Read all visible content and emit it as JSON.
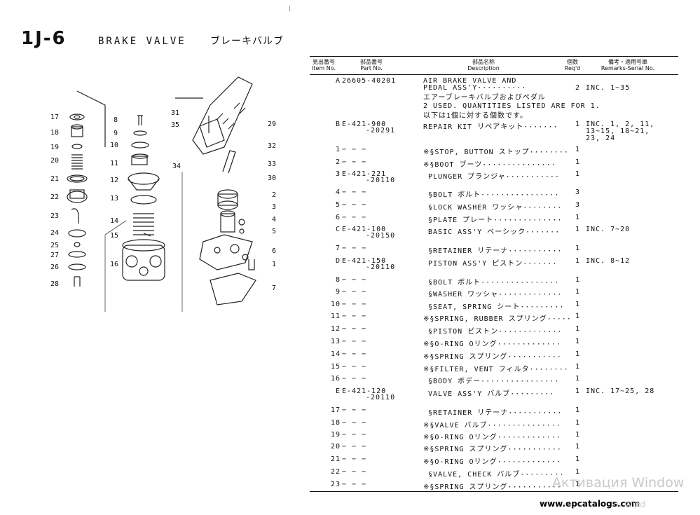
{
  "header": {
    "code": "1J-6",
    "title_en": "BRAKE VALVE",
    "title_jp": "ブレーキバルブ"
  },
  "table_header": {
    "no_jp": "見出番号",
    "no_en": "Item No.",
    "part_jp": "部品番号",
    "part_en": "Part No.",
    "desc_jp": "部品名称",
    "desc_en": "Description",
    "qty_jp": "個数",
    "qty_en": "Req'd",
    "rem_jp": "備考・適用号車",
    "rem_en": "Remarks-Serial No."
  },
  "rows": [
    {
      "no": "A",
      "part": "26605-40201",
      "part2": "",
      "desc": "AIR BRAKE VALVE AND",
      "qty": "",
      "rem": ""
    },
    {
      "no": "",
      "part": "",
      "part2": "",
      "desc": "PEDAL ASS'Y··········",
      "qty": "2",
      "rem": "INC. 1~35"
    },
    {
      "no": "",
      "part": "",
      "part2": "",
      "desc": "エアーブレーキバルブおよびペダル",
      "qty": "",
      "rem": ""
    },
    {
      "no": "",
      "part": "",
      "part2": "",
      "desc": "2 USED. QUANTITIES LISTED ARE FOR 1.",
      "qty": "",
      "rem": ""
    },
    {
      "no": "",
      "part": "",
      "part2": "",
      "desc": "以下は1個に対する個数です。",
      "qty": "",
      "rem": ""
    },
    {
      "no": "B",
      "part": "E-421-900",
      "part2": "-20291",
      "desc": "REPAIR KIT リペアキット·······",
      "qty": "1",
      "rem": "INC. 1, 2, 11,"
    },
    {
      "no": "",
      "part": "",
      "part2": "",
      "desc": "",
      "qty": "",
      "rem": "13~15, 18~21,"
    },
    {
      "no": "",
      "part": "",
      "part2": "",
      "desc": "",
      "qty": "",
      "rem": "23, 24"
    },
    {
      "no": "1",
      "part": "− − −",
      "part2": "",
      "desc": "※§STOP, BUTTON ストップ········",
      "qty": "1",
      "rem": ""
    },
    {
      "no": "2",
      "part": "− − −",
      "part2": "",
      "desc": "※§BOOT ブーツ···············",
      "qty": "1",
      "rem": ""
    },
    {
      "no": "3",
      "part": "E-421-221",
      "part2": "-20110",
      "desc": " PLUNGER プランジャ···········",
      "qty": "1",
      "rem": ""
    },
    {
      "no": "4",
      "part": "− − −",
      "part2": "",
      "desc": " §BOLT ボルト················",
      "qty": "3",
      "rem": ""
    },
    {
      "no": "5",
      "part": "− − −",
      "part2": "",
      "desc": " §LOCK WASHER ワッシャ········",
      "qty": "3",
      "rem": ""
    },
    {
      "no": "6",
      "part": "− − −",
      "part2": "",
      "desc": " §PLATE プレート··············",
      "qty": "1",
      "rem": ""
    },
    {
      "no": "C",
      "part": "E-421-100",
      "part2": "-20150",
      "desc": " BASIC ASS'Y ベーシック·······",
      "qty": "1",
      "rem": "INC. 7~28"
    },
    {
      "no": "7",
      "part": "− − −",
      "part2": "",
      "desc": " §RETAINER リテーナ···········",
      "qty": "1",
      "rem": ""
    },
    {
      "no": "D",
      "part": "E-421-150",
      "part2": "-20110",
      "desc": " PISTON ASS'Y ピストン·······",
      "qty": "1",
      "rem": "INC. 8~12"
    },
    {
      "no": "8",
      "part": "− − −",
      "part2": "",
      "desc": " §BOLT ボルト················",
      "qty": "1",
      "rem": ""
    },
    {
      "no": "9",
      "part": "− − −",
      "part2": "",
      "desc": " §WASHER ワッシャ·············",
      "qty": "1",
      "rem": ""
    },
    {
      "no": "10",
      "part": "− − −",
      "part2": "",
      "desc": " §SEAT, SPRING シート·········",
      "qty": "1",
      "rem": ""
    },
    {
      "no": "11",
      "part": "− − −",
      "part2": "",
      "desc": "※§SPRING, RUBBER スプリング·····",
      "qty": "1",
      "rem": ""
    },
    {
      "no": "12",
      "part": "− − −",
      "part2": "",
      "desc": " §PISTON ピストン·············",
      "qty": "1",
      "rem": ""
    },
    {
      "no": "13",
      "part": "− − −",
      "part2": "",
      "desc": "※§O-RING Oリング·············",
      "qty": "1",
      "rem": ""
    },
    {
      "no": "14",
      "part": "− − −",
      "part2": "",
      "desc": "※§SPRING スプリング···········",
      "qty": "1",
      "rem": ""
    },
    {
      "no": "15",
      "part": "− − −",
      "part2": "",
      "desc": "※§FILTER, VENT フィルタ········",
      "qty": "1",
      "rem": ""
    },
    {
      "no": "16",
      "part": "− − −",
      "part2": "",
      "desc": " §BODY ボデー················",
      "qty": "1",
      "rem": ""
    },
    {
      "no": "E",
      "part": "E-421-120",
      "part2": "-20110",
      "desc": " VALVE ASS'Y バルブ·········",
      "qty": "1",
      "rem": "INC. 17~25, 28"
    },
    {
      "no": "17",
      "part": "− − −",
      "part2": "",
      "desc": " §RETAINER リテーナ···········",
      "qty": "1",
      "rem": ""
    },
    {
      "no": "18",
      "part": "− − −",
      "part2": "",
      "desc": "※§VALVE バルブ···············",
      "qty": "1",
      "rem": ""
    },
    {
      "no": "19",
      "part": "− − −",
      "part2": "",
      "desc": "※§O-RING Oリング·············",
      "qty": "1",
      "rem": ""
    },
    {
      "no": "20",
      "part": "− − −",
      "part2": "",
      "desc": "※§SPRING スプリング···········",
      "qty": "1",
      "rem": ""
    },
    {
      "no": "21",
      "part": "− − −",
      "part2": "",
      "desc": "※§O-RING Oリング·············",
      "qty": "1",
      "rem": ""
    },
    {
      "no": "22",
      "part": "− − −",
      "part2": "",
      "desc": " §VALVE, CHECK バルブ·········",
      "qty": "1",
      "rem": ""
    },
    {
      "no": "23",
      "part": "− − −",
      "part2": "",
      "desc": "※§SPRING スプリング···········",
      "qty": "1",
      "rem": ""
    }
  ],
  "callouts_left": [
    "17",
    "18",
    "19",
    "20",
    "21",
    "22",
    "23",
    "24",
    "25",
    "27",
    "26",
    "28"
  ],
  "callouts_mid": [
    "8",
    "9",
    "10",
    "11",
    "12",
    "13",
    "14",
    "15",
    "16"
  ],
  "callouts_right": [
    "31",
    "35",
    "34",
    "29",
    "32",
    "33",
    "30",
    "2",
    "3",
    "4",
    "5",
    "6",
    "1",
    "7"
  ],
  "watermark": {
    "activation": "Активация Window",
    "site": "www.epcatalogs.com",
    "tail": "ь Wind"
  }
}
